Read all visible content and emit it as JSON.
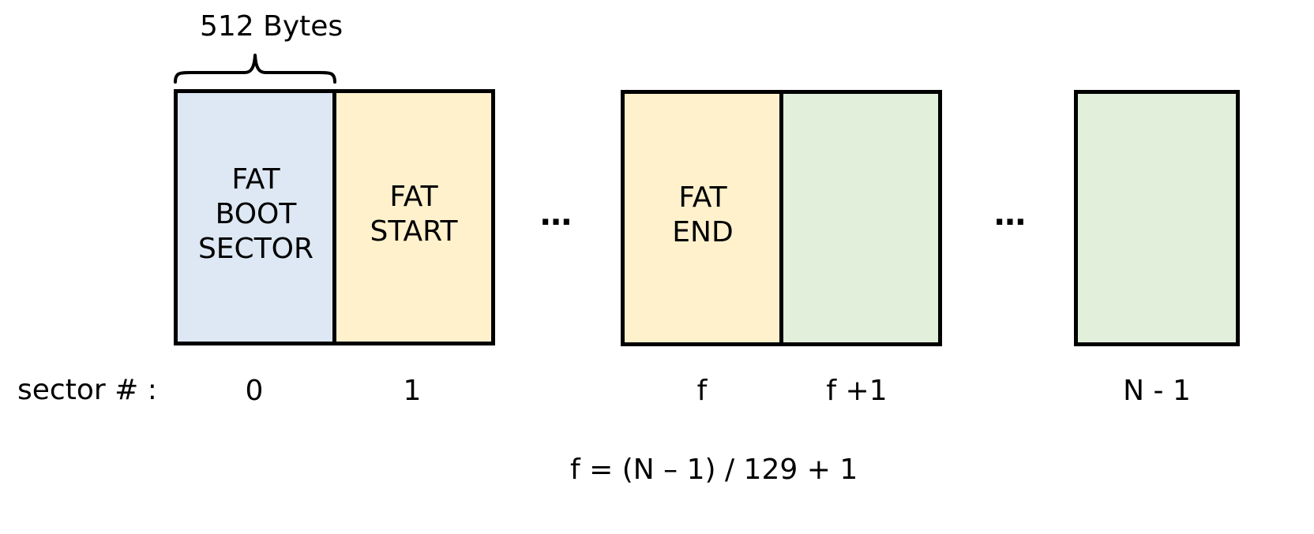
{
  "size_label": "512 Bytes",
  "sectors": [
    {
      "label": "FAT\nBOOT\nSECTOR",
      "number": "0",
      "color": "#dde8f4"
    },
    {
      "label": "FAT\nSTART",
      "number": "1",
      "color": "#fff1cc"
    },
    {
      "label": "FAT\nEND",
      "number": "f",
      "color": "#fff1cc"
    },
    {
      "label": "",
      "number": "f +1",
      "color": "#e2efda"
    },
    {
      "label": "",
      "number": "N - 1",
      "color": "#e2efda"
    }
  ],
  "ellipsis": "…",
  "sector_number_prefix": "sector # :",
  "formula": "f = (N – 1) / 129 + 1"
}
